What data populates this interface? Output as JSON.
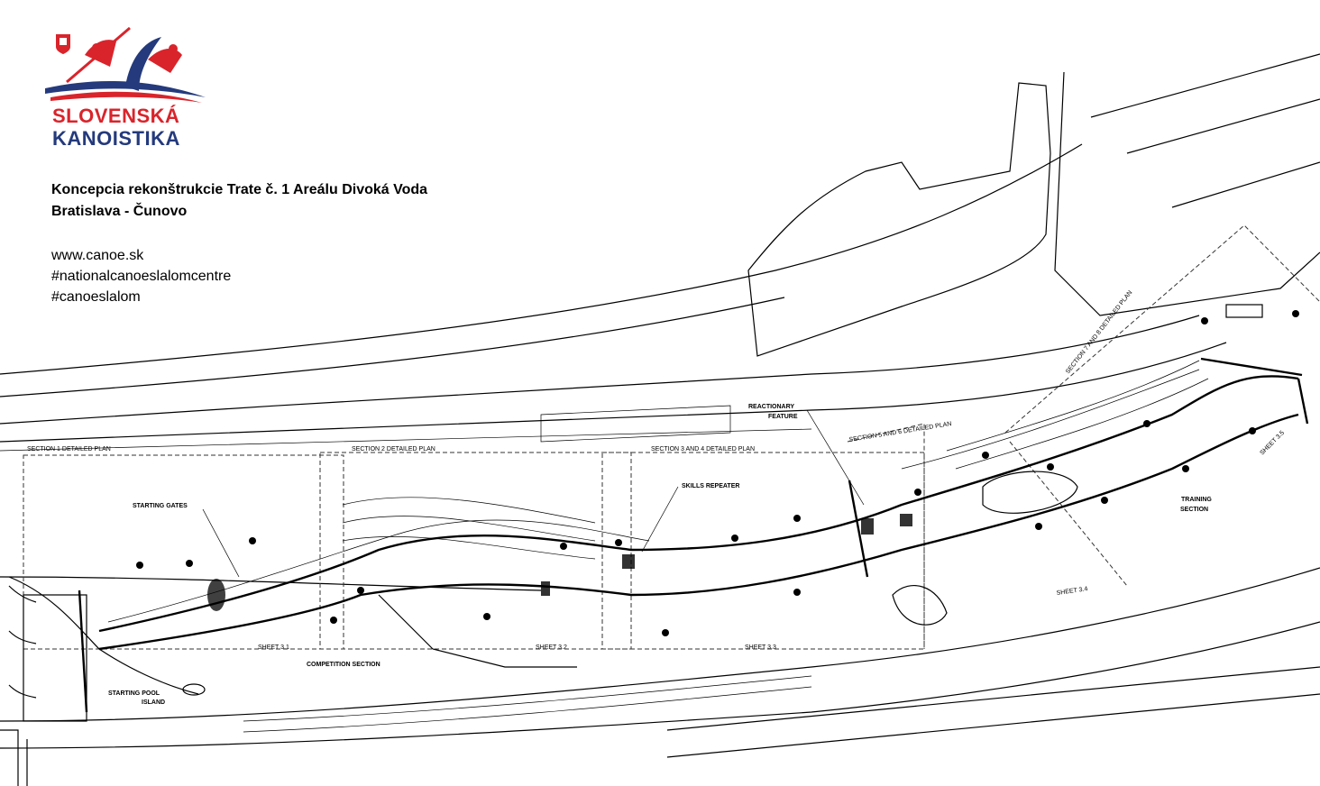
{
  "brand": {
    "line1": "SLOVENSKÁ",
    "line2": "KANOISTIKA",
    "colors": {
      "red": "#d9242b",
      "blue": "#243a7c"
    }
  },
  "title": {
    "line1": "Koncepcia rekonštrukcie Trate č. 1 Areálu Divoká Voda",
    "line2": "Bratislava - Čunovo"
  },
  "links": [
    "www.canoe.sk",
    "#nationalcanoeslalomcentre",
    "#canoeslalom"
  ],
  "plan": {
    "sections": {
      "s1": "SECTION 1 DETAILED PLAN",
      "s2": "SECTION 2 DETAILED PLAN",
      "s34": "SECTION 3 AND 4 DETAILED PLAN",
      "s56": "SECTION 5 AND 6 DETAILED PLAN",
      "s7": "SECTION 7 AND 8 DETAILED PLAN"
    },
    "labels": {
      "starting_gates": "STARTING GATES",
      "skills_repeater": "SKILLS REPEATER",
      "reactionary_1": "REACTIONARY",
      "reactionary_2": "FEATURE",
      "competition": "COMPETITION SECTION",
      "pool_1": "STARTING POOL",
      "pool_2": "ISLAND",
      "training_1": "TRAINING",
      "training_2": "SECTION"
    },
    "sheets": {
      "s31": "SHEET 3.1",
      "s32": "SHEET 3.2",
      "s33": "SHEET 3.3",
      "s34": "SHEET 3.4",
      "s35": "SHEET 3.5"
    }
  }
}
